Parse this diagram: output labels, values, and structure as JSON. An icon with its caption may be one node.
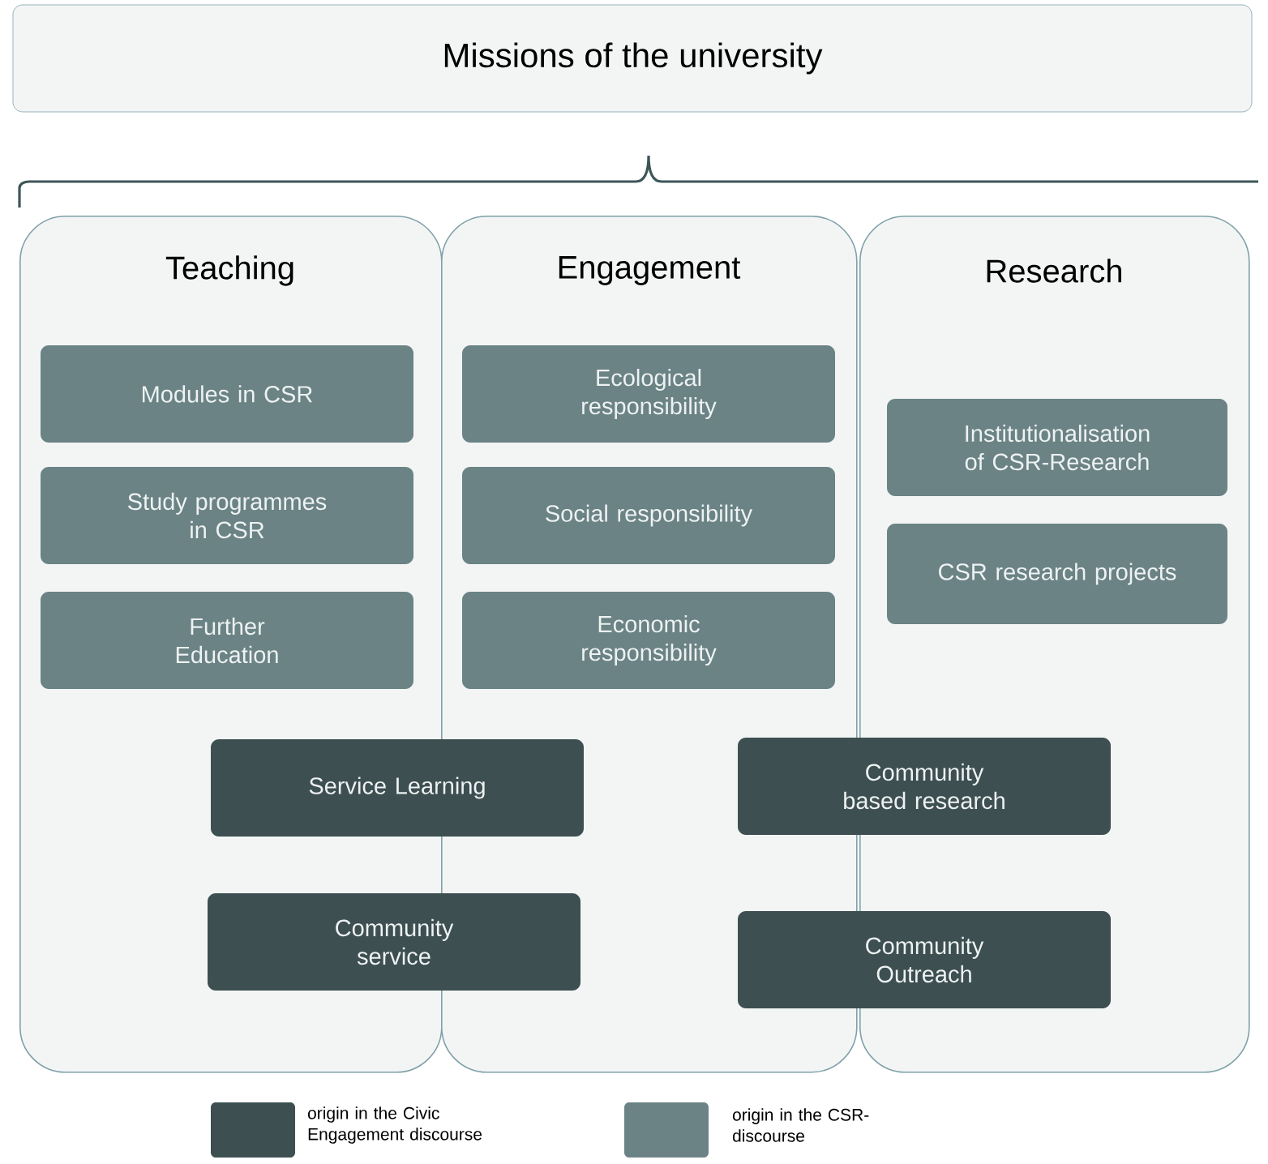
{
  "diagram": {
    "nodes": [
      {
        "text": [
          "Missions of the university"
        ]
      },
      {
        "text": [
          "Teaching"
        ]
      },
      {
        "text": [
          "Engagement"
        ]
      },
      {
        "text": [
          "Research"
        ]
      },
      {
        "text": [
          "Modules in CSR"
        ],
        "in": 1
      },
      {
        "text": [
          "Study programmes in CSR"
        ],
        "in": 1
      },
      {
        "text": [
          "Further Education"
        ],
        "in": 1
      },
      {
        "text": [
          "Ecological responsibility"
        ],
        "in": 2
      },
      {
        "text": [
          "Social responsibility"
        ],
        "in": 2
      },
      {
        "text": [
          "Economic responsibility"
        ],
        "in": 2
      },
      {
        "text": [
          "Institutionalisation of CSR-Research"
        ],
        "in": 3
      },
      {
        "text": [
          "CSR research projects"
        ],
        "in": 3
      },
      {
        "text": [
          "Service Learning"
        ]
      },
      {
        "text": [
          "Community based research"
        ]
      },
      {
        "text": [
          "Community service"
        ]
      },
      {
        "text": [
          "Community Outreach"
        ]
      }
    ],
    "legend": [
      {
        "text": "origin in the Civic Engagement discourse",
        "color": "#3d4f51"
      },
      {
        "text": "origin in the CSR-discourse",
        "color": "#6b8385"
      }
    ]
  }
}
